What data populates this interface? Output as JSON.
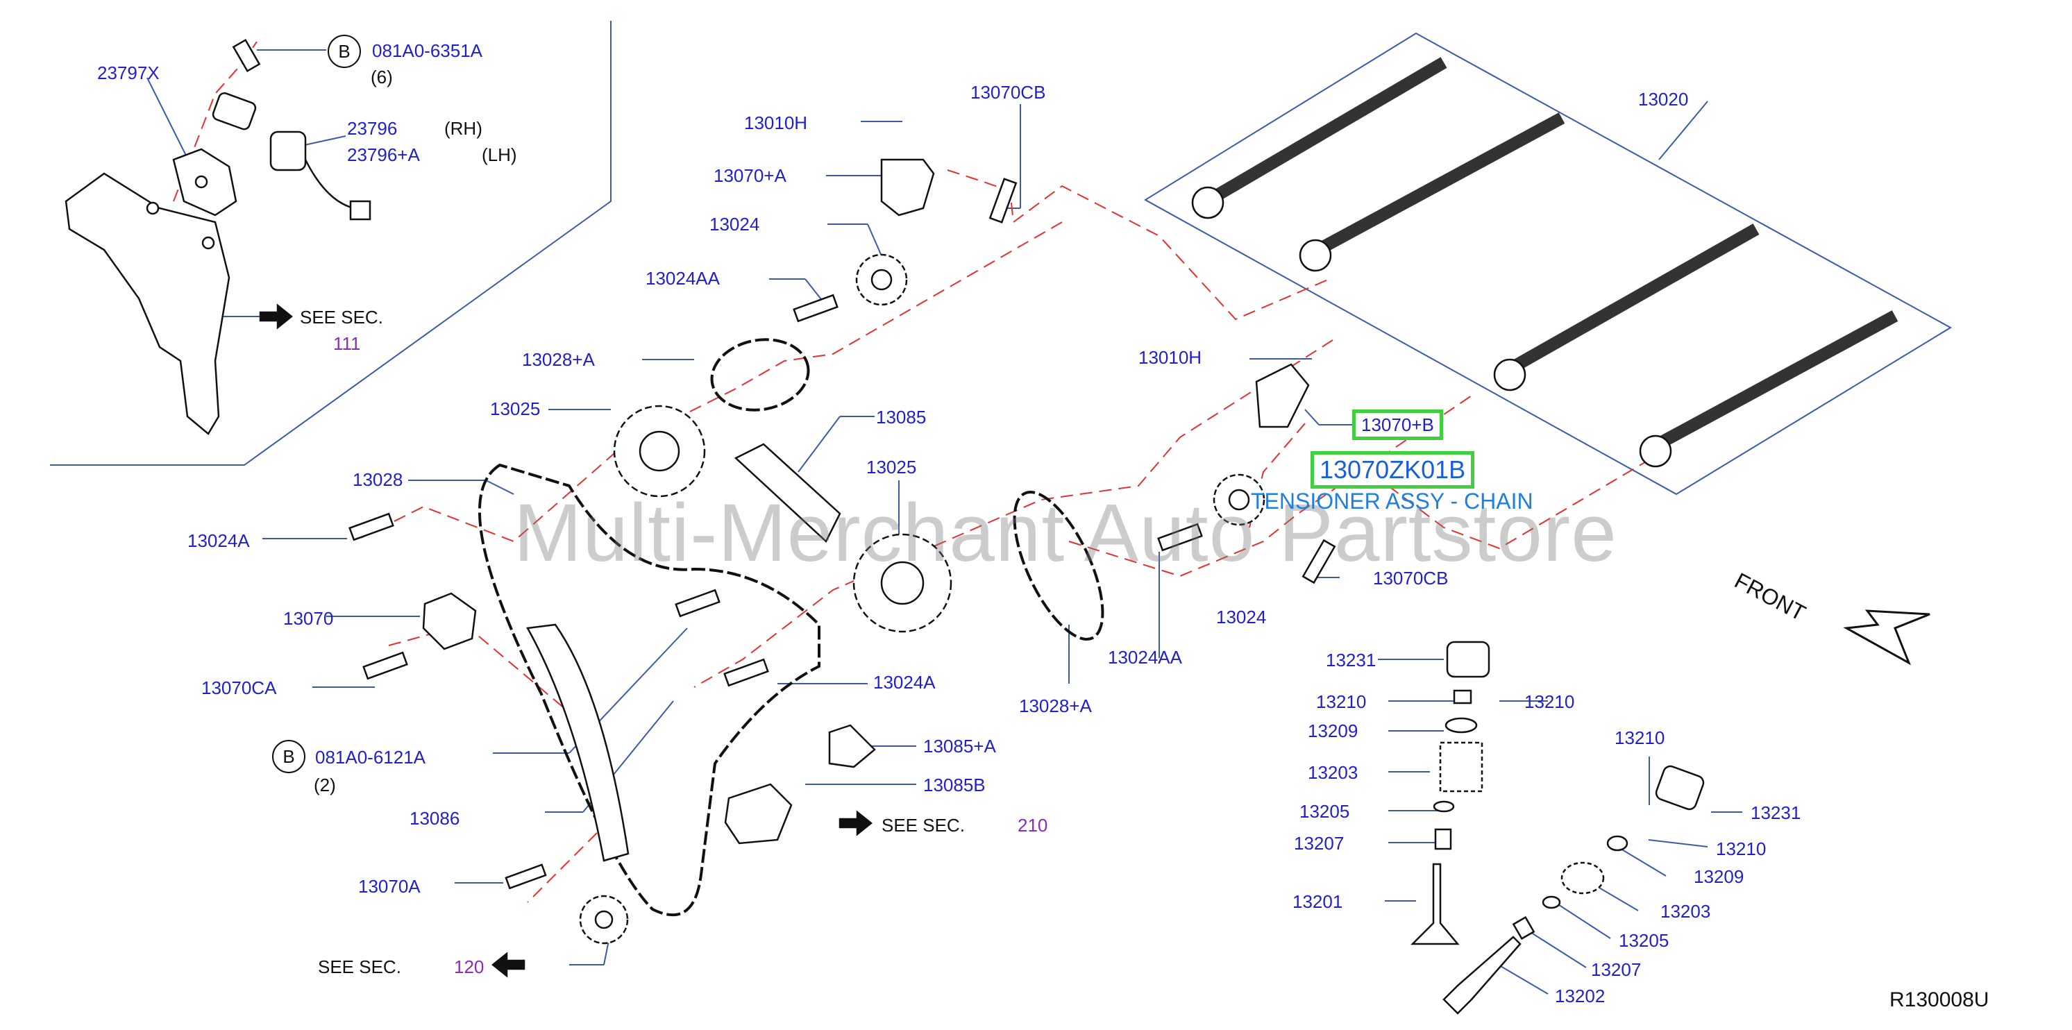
{
  "watermark": "Multi-Merchant Auto Partstore",
  "diagram_code": "R130008U",
  "front_label": "FRONT",
  "highlight": {
    "part_number": "13070ZK01B",
    "ref": "13070+B",
    "description": "TENSIONER ASSY - CHAIN"
  },
  "callouts": {
    "p23797x": "23797X",
    "b_top_letter": "B",
    "b_top_num": "081A0-6351A",
    "b_top_qty": "(6)",
    "p23796": "23796",
    "rh": "(RH)",
    "p23796a": "23796+A",
    "lh": "(LH)",
    "see1": "SEE   SEC.",
    "sec111": "111",
    "p13010h_a": "13010H",
    "p13070cb_a": "13070CB",
    "p13070a_plus": "13070+A",
    "p13024_a": "13024",
    "p13024aa_a": "13024AA",
    "p13028a_a": "13028+A",
    "p13025_a": "13025",
    "p13085": "13085",
    "p13025_b": "13025",
    "p13028": "13028",
    "p13024a_a": "13024A",
    "p13070": "13070",
    "p13070ca": "13070CA",
    "b_bot_letter": "B",
    "b_bot_num": "081A0-6121A",
    "b_bot_qty": "(2)",
    "p13086": "13086",
    "p13070a": "13070A",
    "see2": "SEE   SEC.",
    "sec120": "120",
    "p13024a_b": "13024A",
    "p13085a": "13085+A",
    "p13085b": "13085B",
    "see3": "SEE   SEC.",
    "sec210": "210",
    "p13028a_b": "13028+A",
    "p13024aa_b": "13024AA",
    "p13024_b": "13024",
    "p13010h_b": "13010H",
    "p13070cb_b": "13070CB",
    "p13020": "13020",
    "p13231_a": "13231",
    "p13210_a": "13210",
    "p13210_b": "13210",
    "p13209_a": "13209",
    "p13203_a": "13203",
    "p13205_a": "13205",
    "p13207_a": "13207",
    "p13201": "13201",
    "p13210_c": "13210",
    "p13231_b": "13231",
    "p13210_d": "13210",
    "p13209_b": "13209",
    "p13203_b": "13203",
    "p13205_b": "13205",
    "p13207_b": "13207",
    "p13202": "13202"
  },
  "colors": {
    "callout": "#1f1fd0",
    "section": "#8a2bbd",
    "highlight_border": "#3fcf3f",
    "dash": "#e53030",
    "frame": "#3a5aa8"
  }
}
